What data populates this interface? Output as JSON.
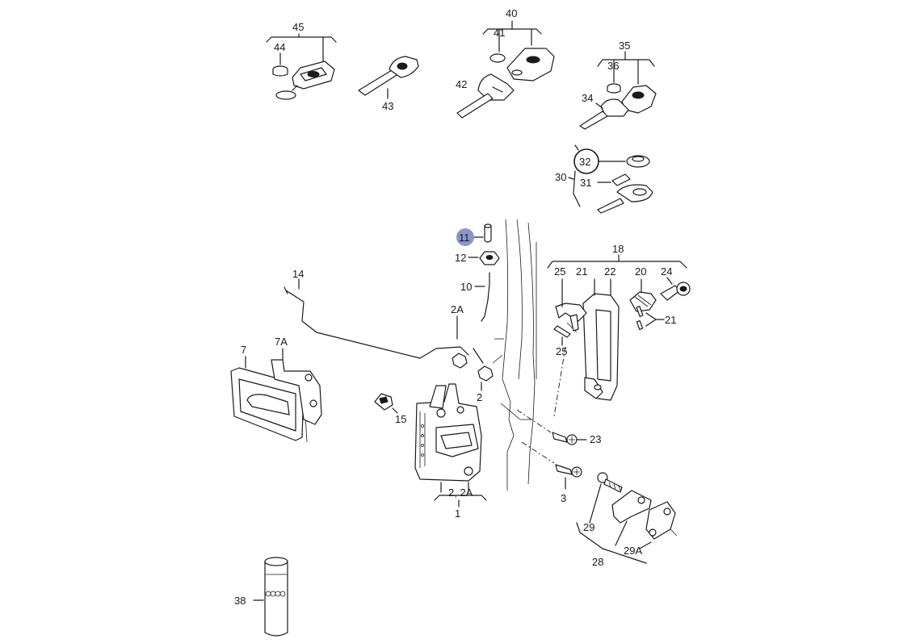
{
  "diagram": {
    "labels": {
      "l45": "45",
      "l44": "44",
      "l43": "43",
      "l40": "40",
      "l41": "41",
      "l42": "42",
      "l35": "35",
      "l36": "36",
      "l34": "34",
      "l32": "32",
      "l31": "31",
      "l30": "30",
      "l11": "11",
      "l12": "12",
      "l10": "10",
      "l14": "14",
      "l2A_top": "2A",
      "l18": "18",
      "l25a": "25",
      "l21a": "21",
      "l22": "22",
      "l20": "20",
      "l24": "24",
      "l21b": "21",
      "l25b": "25",
      "l7": "7",
      "l7A": "7A",
      "l15": "15",
      "l2": "2",
      "l23": "23",
      "l3": "3",
      "l2_2A": "2, 2A",
      "l1": "1",
      "l29": "29",
      "l29A": "29A",
      "l28": "28",
      "l38": "38"
    },
    "highlight": {
      "selected_part": "11",
      "color": "#8a96c8",
      "circled_part": "32"
    }
  }
}
